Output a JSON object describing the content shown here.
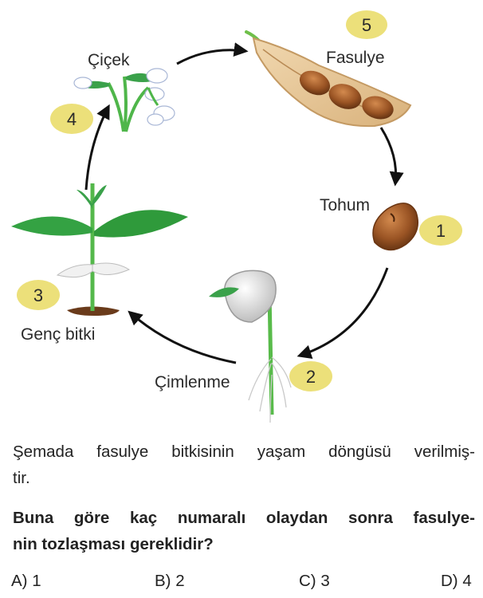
{
  "diagram": {
    "stages": [
      {
        "num": "5",
        "label": "Fasulye",
        "icon": "bean-pod"
      },
      {
        "num": "1",
        "label": "Tohum",
        "icon": "bean-seed"
      },
      {
        "num": "2",
        "label": "Çimlenme",
        "icon": "germinating-seed"
      },
      {
        "num": "3",
        "label": "Genç bitki",
        "icon": "young-plant"
      },
      {
        "num": "4",
        "label": "Çiçek",
        "icon": "flowers"
      }
    ],
    "colors": {
      "badge": "#ece07a",
      "stem": "#3fae49",
      "leaf": "#2f9a3b",
      "seed": "#8a4a1e",
      "arrow": "#111111"
    }
  },
  "question": {
    "stem_line1": "Şemada fasulye bitkisinin yaşam döngüsü verilmiş-",
    "stem_line2": "tir.",
    "bold_line1": "Buna göre kaç numaralı olaydan sonra fasulye-",
    "bold_line2": "nin tozlaşması gereklidir?"
  },
  "options": [
    "A) 1",
    "B) 2",
    "C) 3",
    "D) 4"
  ]
}
